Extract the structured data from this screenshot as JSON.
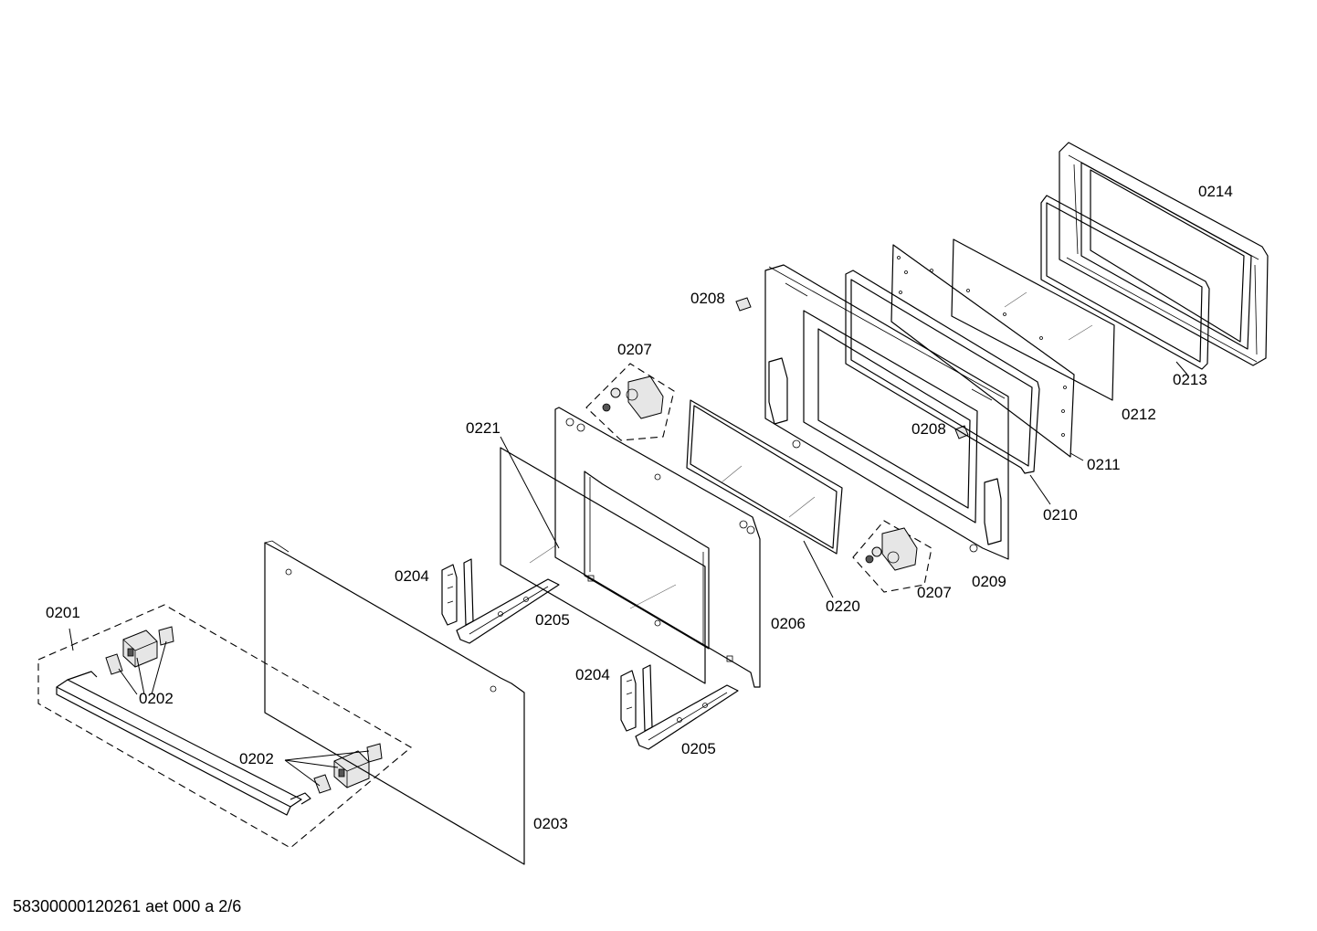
{
  "diagram": {
    "footer": "58300000120261 aet 000 a 2/6",
    "labels": {
      "p0201": "0201",
      "p0202a": "0202",
      "p0202b": "0202",
      "p0203": "0203",
      "p0204a": "0204",
      "p0204b": "0204",
      "p0205a": "0205",
      "p0205b": "0205",
      "p0206": "0206",
      "p0207a": "0207",
      "p0207b": "0207",
      "p0208a": "0208",
      "p0208b": "0208",
      "p0209": "0209",
      "p0210": "0210",
      "p0211": "0211",
      "p0212": "0212",
      "p0213": "0213",
      "p0214": "0214",
      "p0220": "0220",
      "p0221": "0221"
    }
  }
}
